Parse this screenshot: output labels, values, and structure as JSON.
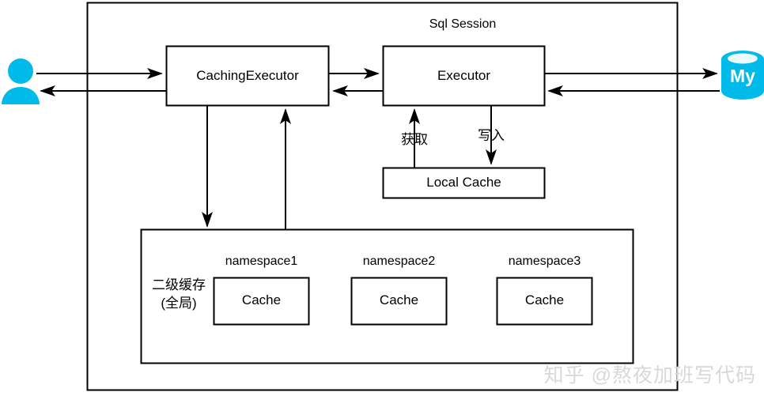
{
  "diagram": {
    "title": "Sql Session",
    "watermark": "知乎 @熬夜加班写代码",
    "colors": {
      "stroke": "#000000",
      "accent_cyan": "#00BAE9",
      "watermark": "#d8d8d8",
      "background": "#ffffff"
    },
    "actors": {
      "user": "user-icon",
      "database": "mysql-database-icon",
      "database_label": "My"
    },
    "nodes": [
      {
        "id": "caching-executor",
        "label": "CachingExecutor"
      },
      {
        "id": "executor",
        "label": "Executor"
      },
      {
        "id": "local-cache",
        "label": "Local Cache"
      }
    ],
    "second_level_cache": {
      "label_line1": "二级缓存",
      "label_line2": "(全局)",
      "namespaces": [
        {
          "name": "namespace1",
          "cache_label": "Cache"
        },
        {
          "name": "namespace2",
          "cache_label": "Cache"
        },
        {
          "name": "namespace3",
          "cache_label": "Cache"
        }
      ]
    },
    "edge_labels": {
      "fetch": "获取",
      "write": "写入"
    }
  }
}
